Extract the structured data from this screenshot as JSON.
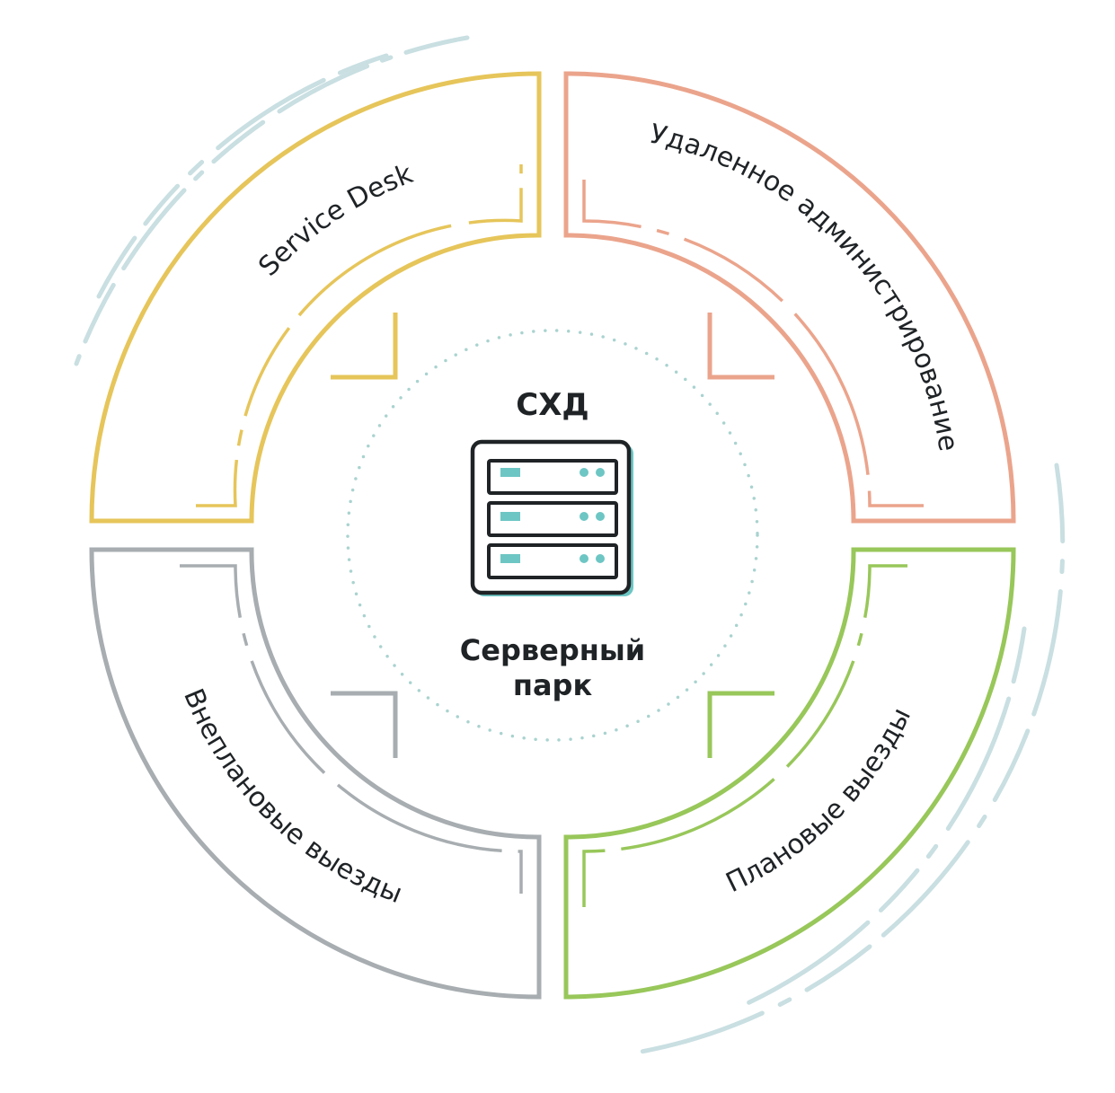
{
  "center": {
    "title": "СХД",
    "subtitle_line1": "Серверный",
    "subtitle_line2": "парк",
    "icon": "server-rack-icon"
  },
  "segments": [
    {
      "id": "service-desk",
      "label": "Service Desk",
      "color": "#e6c55a"
    },
    {
      "id": "remote-admin",
      "label": "Удаленное администрирование",
      "color": "#eba48c"
    },
    {
      "id": "planned-visits",
      "label": "Плановые выезды",
      "color": "#98c75a"
    },
    {
      "id": "unplanned-visits",
      "label": "Внеплановые выезды",
      "color": "#a7adb0"
    }
  ],
  "colors": {
    "accent_teal": "#6dc6c4",
    "outer_arcs": "#c9dfe2",
    "dots": "#a9d3cf",
    "text": "#1f2326"
  }
}
